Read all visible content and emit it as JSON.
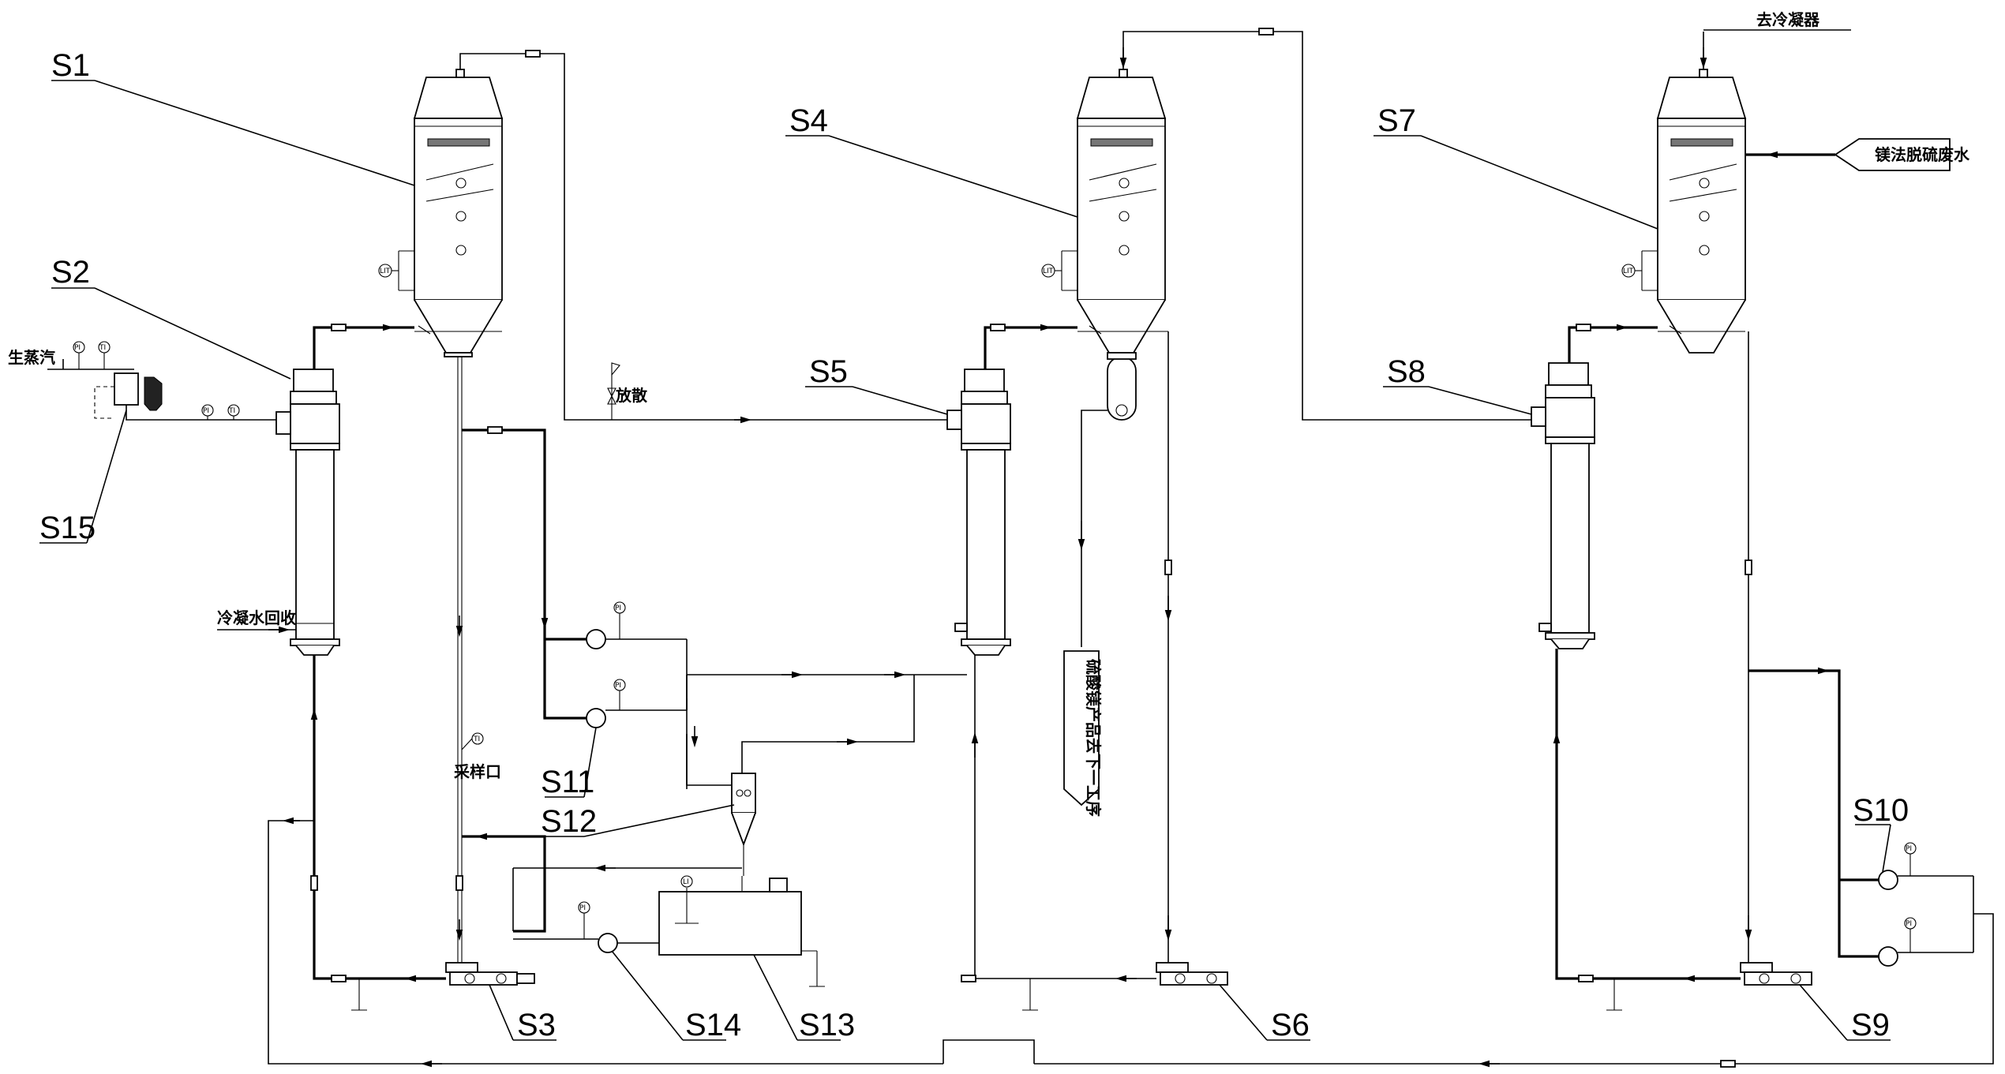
{
  "labels": {
    "s1": "S1",
    "s2": "S2",
    "s3": "S3",
    "s4": "S4",
    "s5": "S5",
    "s6": "S6",
    "s7": "S7",
    "s8": "S8",
    "s9": "S9",
    "s10": "S10",
    "s11": "S11",
    "s12": "S12",
    "s13": "S13",
    "s14": "S14",
    "s15": "S15"
  },
  "text": {
    "live_steam": "生蒸汽",
    "condensate_recovery": "冷凝水回收",
    "sampling_port": "采样口",
    "vent": "放散",
    "to_condenser": "去冷凝器",
    "feed_wastewater": "镁法脱硫废水",
    "product_out": "硫酸镁产品去下一工序"
  },
  "instruments": {
    "pi": "PI",
    "ti": "TI",
    "lit": "LIT",
    "li": "LI"
  }
}
